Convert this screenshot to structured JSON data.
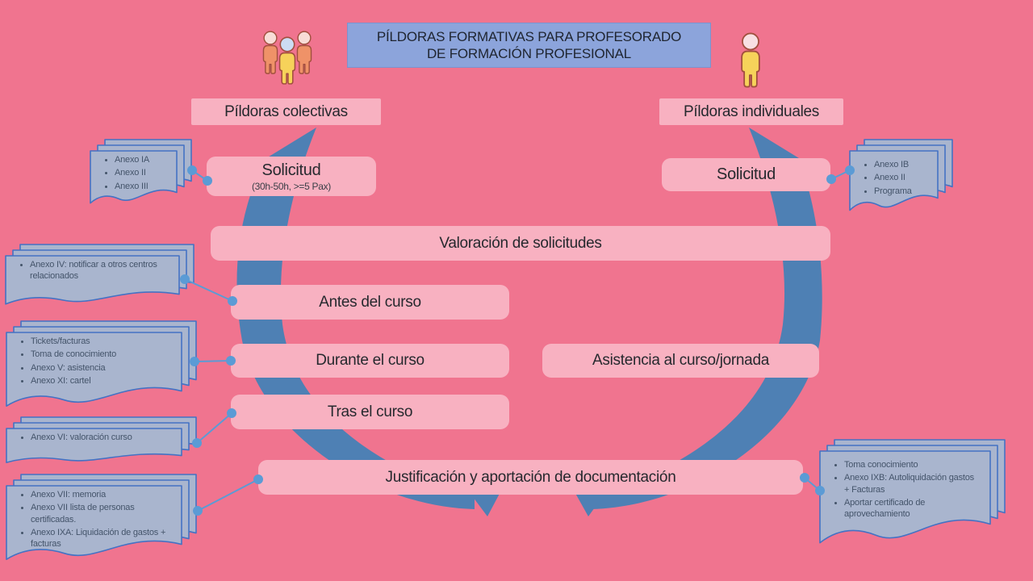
{
  "colors": {
    "bg": "#f0748f",
    "box": "#f8b1c1",
    "title-fill": "#8ca4db",
    "title-border": "#7b93cf",
    "arc": "#4e80b4",
    "conn": "#5b9bd5",
    "note-fill": "#a9b5ce",
    "note-border": "#4472c4",
    "note-text": "#44546a",
    "ink": "#26292e"
  },
  "title": "PÍLDORAS FORMATIVAS PARA PROFESORADO DE FORMACIÓN PROFESIONAL",
  "branches": {
    "left_label": "Píldoras colectivas",
    "right_label": "Píldoras individuales"
  },
  "steps": {
    "solicitud_left": {
      "label": "Solicitud",
      "sub": "(30h-50h, >=5 Pax)"
    },
    "solicitud_right": {
      "label": "Solicitud"
    },
    "valoracion": {
      "label": "Valoración de solicitudes"
    },
    "antes": {
      "label": "Antes del curso"
    },
    "durante": {
      "label": "Durante el curso"
    },
    "asistencia": {
      "label": "Asistencia al curso/jornada"
    },
    "tras": {
      "label": "Tras el curso"
    },
    "justificacion": {
      "label": "Justificación y aportación de documentación"
    }
  },
  "notes": {
    "anexo_a": {
      "items": [
        "Anexo IA",
        "Anexo II",
        "Anexo III"
      ]
    },
    "anexo_iv": {
      "items": [
        "Anexo IV: notificar a otros centros relacionados"
      ]
    },
    "tickets": {
      "items": [
        "Tickets/facturas",
        "Toma de conocimiento",
        "Anexo V: asistencia",
        "Anexo XI: cartel"
      ]
    },
    "anexo_vi": {
      "items": [
        "Anexo VI: valoración curso"
      ]
    },
    "memoria": {
      "items": [
        "Anexo VII: memoria",
        "Anexo VII lista de personas certificadas.",
        "Anexo IXA: Liquidación de gastos + facturas"
      ]
    },
    "anexo_b": {
      "items": [
        "Anexo IB",
        "Anexo II",
        "Programa"
      ]
    },
    "toma": {
      "items": [
        "Toma conocimiento",
        "Anexo IXB: Autoliquidación gastos +  Facturas",
        "Aportar certificado de aprovechamiento"
      ]
    }
  }
}
